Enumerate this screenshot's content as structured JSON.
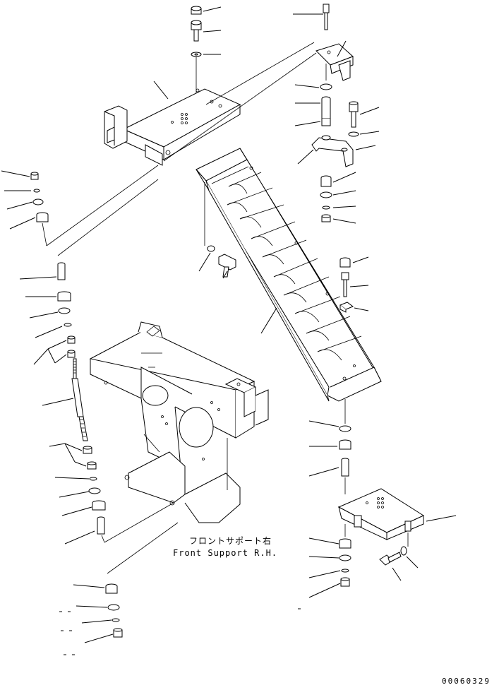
{
  "captions": {
    "japanese": "フロントサポート右",
    "english": "Front Support R.H."
  },
  "drawing_number": "00060329",
  "parts": [
    "top-cap-bolt",
    "top-bolt",
    "top-washer",
    "stair-bracket",
    "upper-support-box",
    "stairway",
    "front-support-frame",
    "lower-support-box",
    "left-fastener-stack",
    "left-threaded-rod",
    "right-fastener-stack",
    "bottom-fastener-stack"
  ]
}
